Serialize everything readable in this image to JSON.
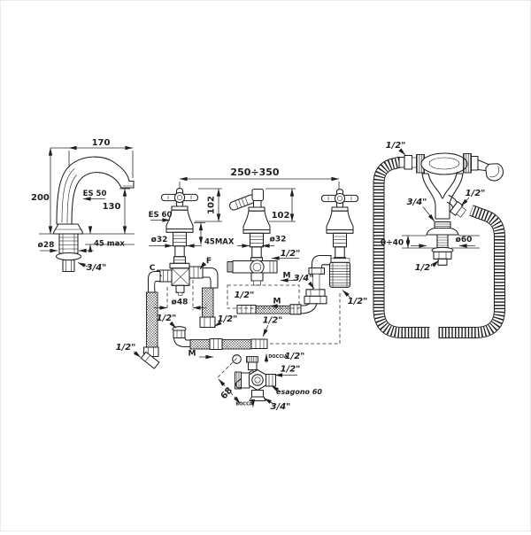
{
  "drawing": {
    "background": "#ffffff",
    "ink": "#1f1f1f",
    "spout": {
      "reach": "170",
      "height": "200",
      "hex": "ES 50",
      "spout_height": "130",
      "base_dia": "ø28",
      "deck_max": "45 max",
      "thread": "3/4\""
    },
    "group": {
      "span": "250÷350"
    },
    "left_valve": {
      "hex": "ES 60",
      "height": "102",
      "stem_dia": "ø32",
      "deck_max": "45MAX",
      "hole_dia": "ø48",
      "cold": "C",
      "hot": "F"
    },
    "center_valve": {
      "height": "102",
      "stem_dia": "ø32",
      "side_port": "1/2\"",
      "side_type": "M"
    },
    "right_valve": {
      "tail": "1/2\""
    },
    "callout": {
      "size": "1/2\"",
      "type": "M"
    },
    "hoses": {
      "cold_end": "1/2\"",
      "hot_end": "1/2\"",
      "elbow": "1/2\"",
      "elbow_type": "M",
      "link_end": "1/2\"",
      "spout_feed": "3/4\""
    },
    "diverter": {
      "top_name": "DOCCIA",
      "top_size": "1/2\"",
      "side_size": "1/2\"",
      "hex_note": "esagono 60",
      "across": "68",
      "bottom_name": "BOCCA",
      "bottom_size": "3/4\""
    },
    "shower": {
      "inlet": "1/2\"",
      "bracket_thread": "3/4\"",
      "outlet": "1/2\"",
      "deck_range": "0÷40",
      "flange_dia": "ø60",
      "tail": "1/2\""
    }
  }
}
